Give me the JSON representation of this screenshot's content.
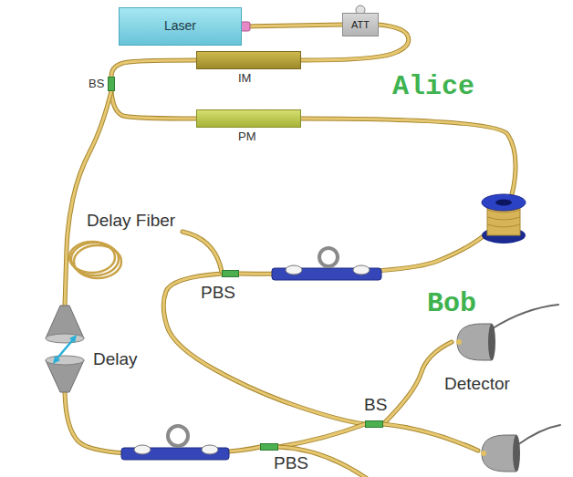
{
  "diagram": {
    "nodes": [
      {
        "text": [
          "Alice"
        ]
      },
      {
        "text": [
          "Laser"
        ],
        "in": 0
      },
      {
        "text": [
          "ATT"
        ],
        "in": 0
      },
      {
        "text": [
          "IM"
        ],
        "in": 0
      },
      {
        "text": [
          "BS"
        ],
        "in": 0
      },
      {
        "text": [
          "PM"
        ],
        "in": 0
      },
      {
        "text": [
          "Bob"
        ]
      },
      {
        "text": [
          "PBS"
        ],
        "in": 6
      },
      {
        "text": [
          "Delay"
        ],
        "in": 6
      },
      {
        "text": [
          "PBS"
        ],
        "in": 6
      },
      {
        "text": [
          "BS"
        ],
        "in": 6
      },
      {
        "text": [
          "Detector"
        ],
        "in": 6
      }
    ],
    "edges": [
      {
        "from": 1,
        "to": 2,
        "arrow": "none"
      },
      {
        "from": 2,
        "to": 3,
        "arrow": "none"
      },
      {
        "from": 3,
        "to": 4,
        "arrow": "none"
      },
      {
        "from": 4,
        "to": 5,
        "arrow": "none"
      },
      {
        "from": 4,
        "to": 8,
        "arrow": "none"
      },
      {
        "from": 5,
        "to": 7,
        "arrow": "none"
      },
      {
        "from": 8,
        "to": 9,
        "arrow": "none"
      },
      {
        "from": 7,
        "to": 10,
        "arrow": "none"
      },
      {
        "from": 9,
        "to": 10,
        "arrow": "none"
      },
      {
        "from": 10,
        "to": 11,
        "arrow": "none"
      }
    ],
    "labels": [
      "Delay Fiber"
    ]
  }
}
